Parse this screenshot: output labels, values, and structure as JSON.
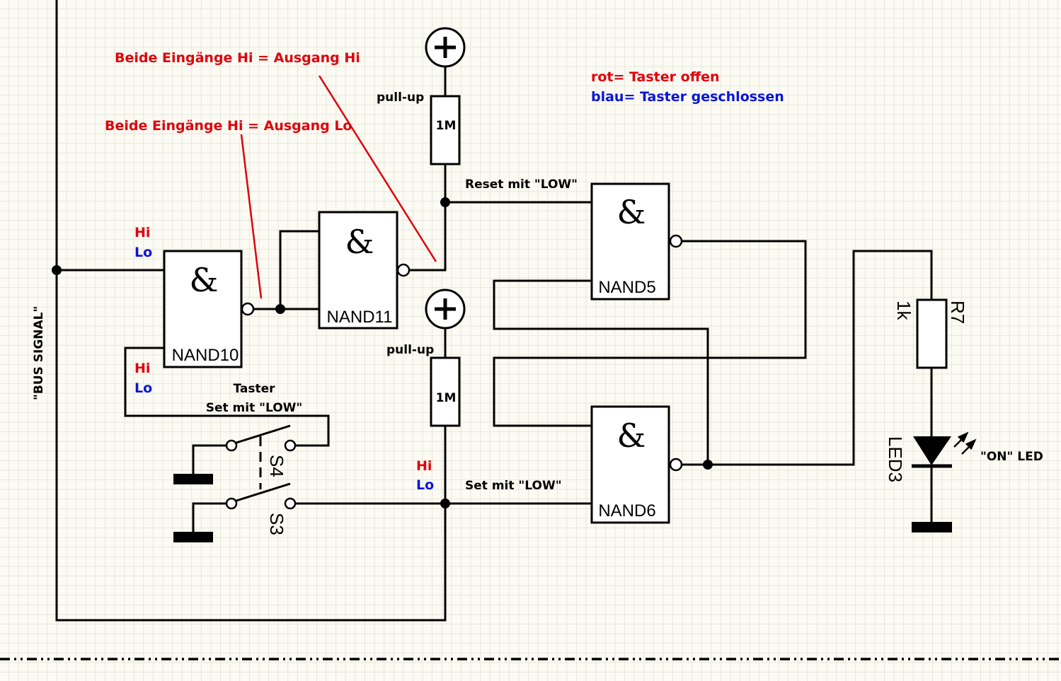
{
  "annotations": {
    "note_output_hi": "Beide Eingänge Hi = Ausgang Hi",
    "note_output_lo": "Beide Eingänge Hi = Ausgang Lo",
    "legend_red": "rot= Taster offen",
    "legend_blue": "blau= Taster geschlossen",
    "colors": {
      "red": "#e0000a",
      "blue": "#0a14d8"
    }
  },
  "labels": {
    "bus_signal": "\"BUS SIGNAL\"",
    "pullup_top": "pull-up",
    "pullup_bottom": "pull-up",
    "reset_low": "Reset mit \"LOW\"",
    "set_low_gate": "Set mit \"LOW\"",
    "taster": "Taster",
    "taster_set_low": "Set mit \"LOW\"",
    "on_led": "\"ON\" LED"
  },
  "states": {
    "bus_hi": "Hi",
    "bus_lo": "Lo",
    "taster_hi": "Hi",
    "taster_lo": "Lo",
    "set_hi": "Hi",
    "set_lo": "Lo"
  },
  "power": {
    "plus_symbol": "+"
  },
  "components": {
    "r_top": {
      "value": "1M"
    },
    "r_bottom": {
      "value": "1M"
    },
    "r7": {
      "name": "R7",
      "value": "1k"
    },
    "led3": {
      "name": "LED3"
    },
    "s4": {
      "name": "S4"
    },
    "s3": {
      "name": "S3"
    }
  },
  "gates": [
    {
      "symbol": "&",
      "name": "NAND10"
    },
    {
      "symbol": "&",
      "name": "NAND11"
    },
    {
      "symbol": "&",
      "name": "NAND5"
    },
    {
      "symbol": "&",
      "name": "NAND6"
    }
  ]
}
